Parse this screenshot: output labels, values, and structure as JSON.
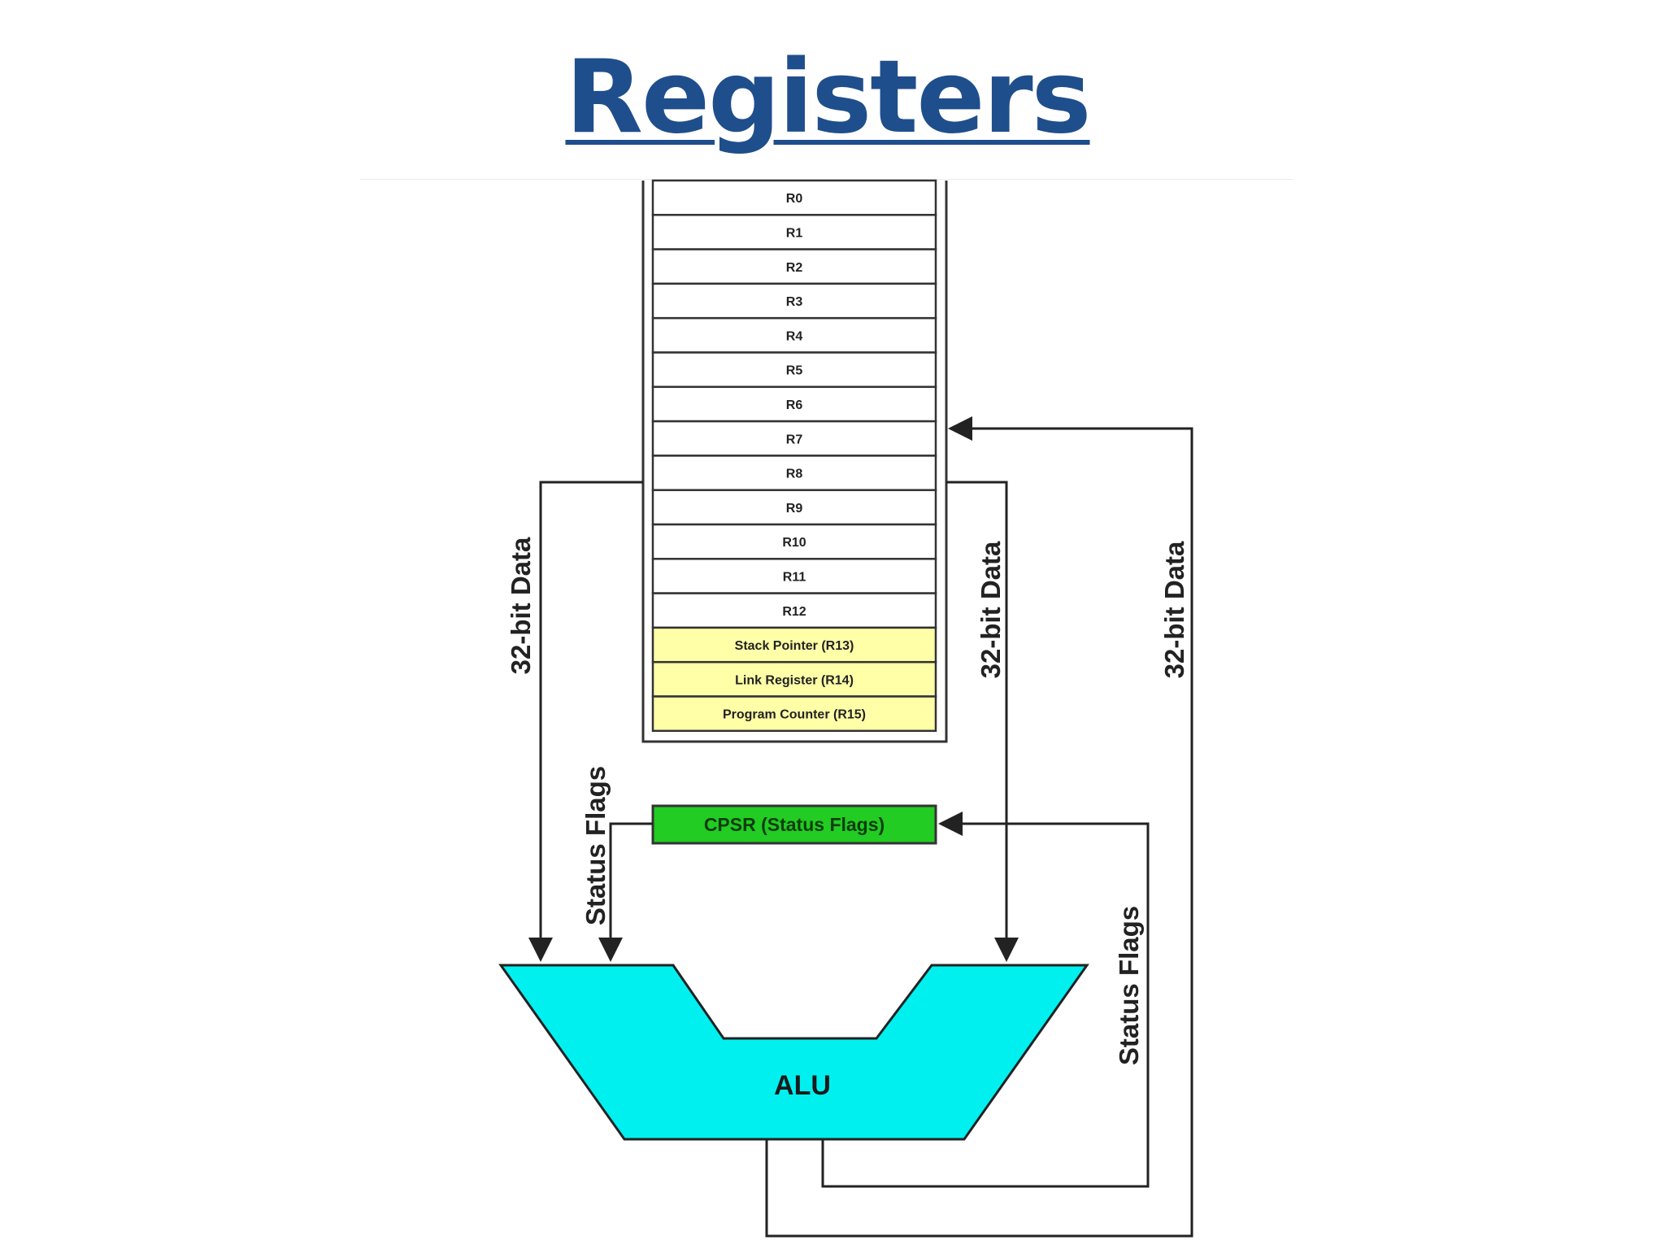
{
  "title": "Registers",
  "registers": [
    {
      "label": "R0",
      "highlight": false
    },
    {
      "label": "R1",
      "highlight": false
    },
    {
      "label": "R2",
      "highlight": false
    },
    {
      "label": "R3",
      "highlight": false
    },
    {
      "label": "R4",
      "highlight": false
    },
    {
      "label": "R5",
      "highlight": false
    },
    {
      "label": "R6",
      "highlight": false
    },
    {
      "label": "R7",
      "highlight": false
    },
    {
      "label": "R8",
      "highlight": false
    },
    {
      "label": "R9",
      "highlight": false
    },
    {
      "label": "R10",
      "highlight": false
    },
    {
      "label": "R11",
      "highlight": false
    },
    {
      "label": "R12",
      "highlight": false
    },
    {
      "label": "Stack Pointer (R13)",
      "highlight": true
    },
    {
      "label": "Link Register (R14)",
      "highlight": true
    },
    {
      "label": "Program Counter (R15)",
      "highlight": true
    }
  ],
  "cpsr_label": "CPSR (Status Flags)",
  "alu_label": "ALU",
  "data_bus_left": "32-bit Data",
  "data_bus_right": "32-bit Data",
  "data_bus_return": "32-bit Data",
  "status_flags_in": "Status Flags",
  "status_flags_out": "Status Flags",
  "colors": {
    "title": "#1f4e8c",
    "register_fill": "#ffffff",
    "special_register_fill": "#ffffa8",
    "cpsr_fill": "#22cc22",
    "alu_fill": "#00f0f0",
    "line": "#222222"
  }
}
